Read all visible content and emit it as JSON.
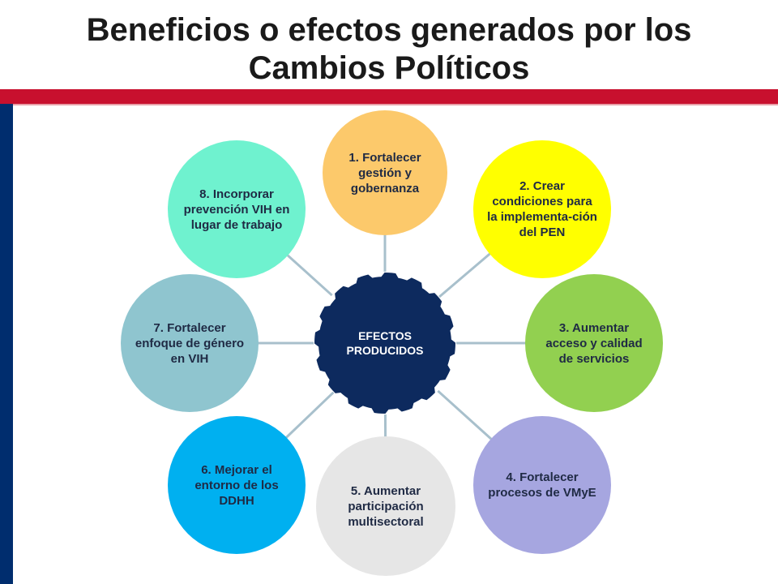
{
  "title": {
    "line1": "Beneficios o efectos generados por los",
    "line2": "Cambios Políticos"
  },
  "colors": {
    "red_bar": "#c8102e",
    "blue_bar": "#002d6e",
    "center": "#0d2a5e",
    "connector": "#a8c0cc"
  },
  "center": {
    "line1": "EFECTOS",
    "line2": "PRODUCIDOS"
  },
  "nodes": [
    {
      "id": "node-1",
      "text": "1. Fortalecer gestión y gobernanza",
      "color": "#fcc96b"
    },
    {
      "id": "node-2",
      "text": "2. Crear condiciones para la implementa-ción del PEN",
      "color": "#ffff00"
    },
    {
      "id": "node-3",
      "text": "3. Aumentar acceso y calidad de servicios",
      "color": "#92d050"
    },
    {
      "id": "node-4",
      "text": "4. Fortalecer procesos de VMyE",
      "color": "#a6a6e0"
    },
    {
      "id": "node-5",
      "text": "5. Aumentar participación multisectoral",
      "color": "#e6e6e6"
    },
    {
      "id": "node-6",
      "text": "6. Mejorar el entorno de los DDHH",
      "color": "#00b0f0"
    },
    {
      "id": "node-7",
      "text": "7. Fortalecer enfoque de género en VIH",
      "color": "#8fc5cf"
    },
    {
      "id": "node-8",
      "text": "8. Incorporar prevención VIH en lugar de trabajo",
      "color": "#6ff2cf"
    }
  ]
}
